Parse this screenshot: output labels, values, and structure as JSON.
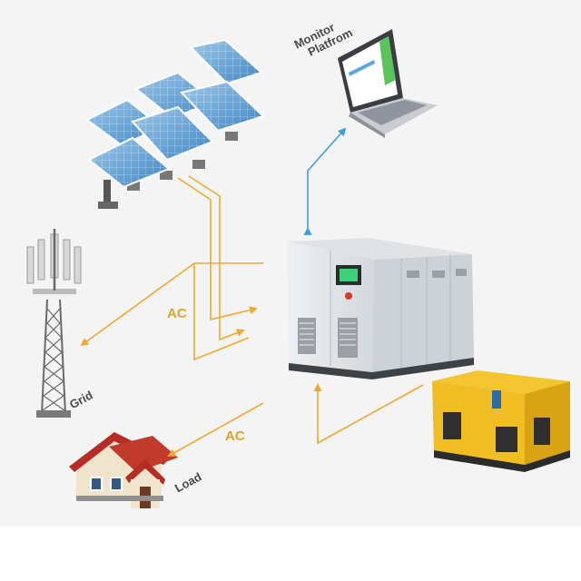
{
  "labels": {
    "monitor": [
      "Monitor",
      "Platfrom"
    ],
    "grid": "Grid",
    "load": "Load",
    "ac_top": "AC",
    "ac_bottom": "AC"
  },
  "colors": {
    "ac_line": "#f0a830",
    "data_line": "#3a9fdc",
    "background": "#f4f4f4"
  }
}
